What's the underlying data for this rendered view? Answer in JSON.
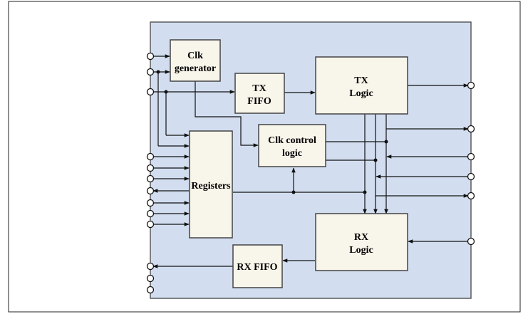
{
  "diagram": {
    "colors": {
      "frame_border": "#222222",
      "chip_fill": "#d2def0",
      "chip_border": "#5a5a5a",
      "block_fill": "#f8f5ea",
      "block_border": "#444444",
      "wire": "#111111",
      "pin_fill": "#ffffff"
    },
    "blocks": {
      "clk_generator": {
        "line1": "Clk",
        "line2": "generator"
      },
      "tx_fifo": {
        "line1": "TX",
        "line2": "FIFO"
      },
      "tx_logic": {
        "line1": "TX",
        "line2": "Logic"
      },
      "clk_control_logic": {
        "line1": "Clk control",
        "line2": "logic"
      },
      "registers": {
        "label": "Registers"
      },
      "rx_logic": {
        "line1": "RX",
        "line2": "Logic"
      },
      "rx_fifo": {
        "label": "RX FIFO"
      }
    }
  }
}
